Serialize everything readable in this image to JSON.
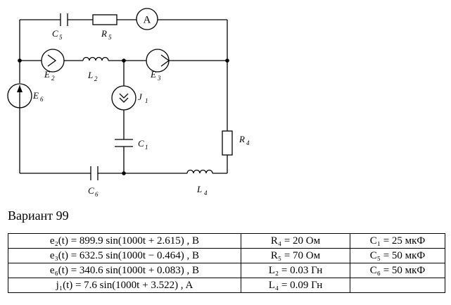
{
  "circuit": {
    "labels": {
      "C5": [
        "C",
        "5"
      ],
      "R5": [
        "R",
        "5"
      ],
      "A": "A",
      "E2": [
        "E",
        "2"
      ],
      "L2": [
        "L",
        "2"
      ],
      "E3": [
        "E",
        "3"
      ],
      "E6": [
        "E",
        "6"
      ],
      "J1": [
        "J",
        "1"
      ],
      "C1": [
        "C",
        "1"
      ],
      "R4": [
        "R",
        "4"
      ],
      "C6": [
        "C",
        "6"
      ],
      "L4": [
        "L",
        "4"
      ]
    }
  },
  "variant": "Вариант 99",
  "table": {
    "rows": [
      [
        "e₂(t) = 899.9 sin(1000t + 2.615) , B",
        "R₄ = 20 Ом",
        "C₁ = 25 мкФ"
      ],
      [
        "e₃(t) = 632.5 sin(1000t − 0.464) , B",
        "R₅ = 70 Ом",
        "C₅ = 50 мкФ"
      ],
      [
        "e₆(t) = 340.6 sin(1000t + 0.083) , B",
        "L₂ = 0.03 Гн",
        "C₆ = 50 мкФ"
      ],
      [
        "j₁(t) = 7.6 sin(1000t + 3.522) , A",
        "L₄ = 0.09 Гн",
        ""
      ]
    ]
  }
}
